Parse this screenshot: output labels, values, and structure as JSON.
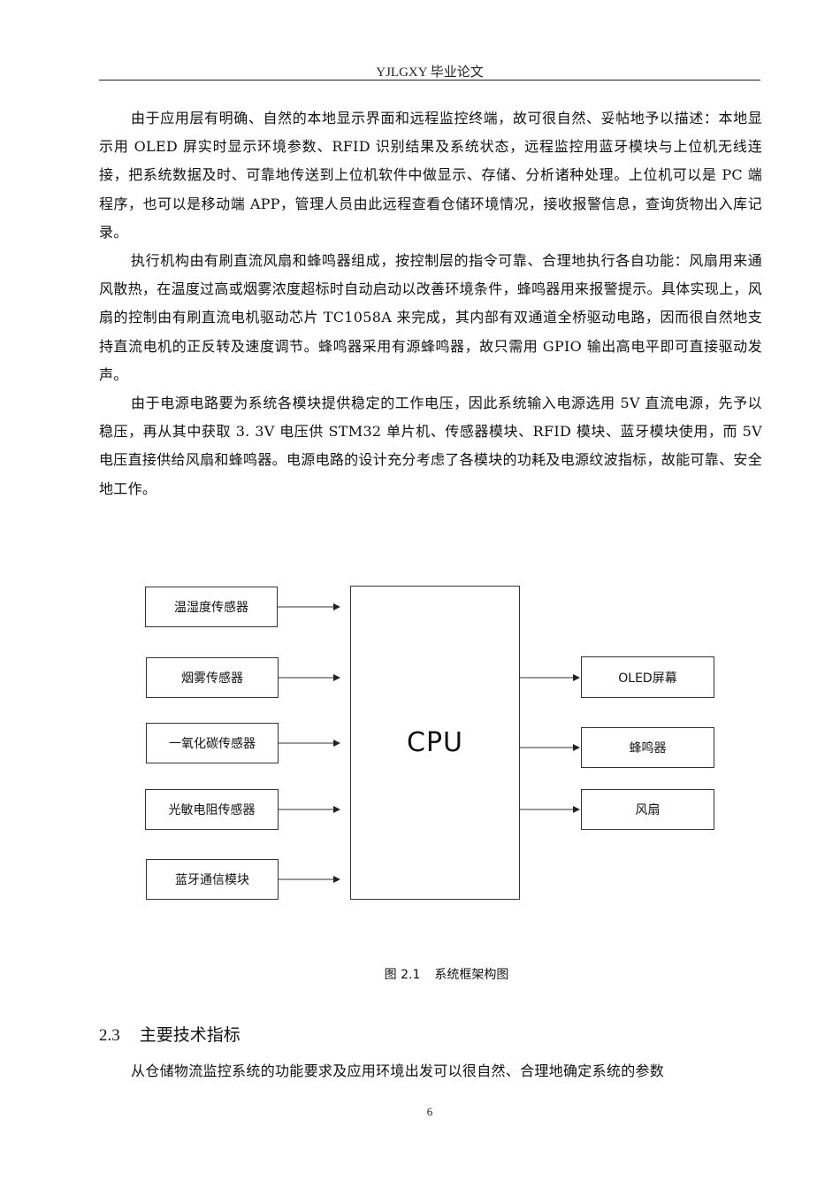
{
  "header": {
    "title": "YJLGXY 毕业论文"
  },
  "paragraphs": [
    "由于应用层有明确、自然的本地显示界面和远程监控终端，故可很自然、妥帖地予以描述：本地显示用 OLED 屏实时显示环境参数、RFID 识别结果及系统状态，远程监控用蓝牙模块与上位机无线连接，把系统数据及时、可靠地传送到上位机软件中做显示、存储、分析诸种处理。上位机可以是 PC 端程序，也可以是移动端 APP，管理人员由此远程查看仓储环境情况，接收报警信息，查询货物出入库记录。",
    "执行机构由有刷直流风扇和蜂鸣器组成，按控制层的指令可靠、合理地执行各自功能：风扇用来通风散热，在温度过高或烟雾浓度超标时自动启动以改善环境条件，蜂鸣器用来报警提示。具体实现上，风扇的控制由有刷直流电机驱动芯片 TC1058A 来完成，其内部有双通道全桥驱动电路，因而很自然地支持直流电机的正反转及速度调节。蜂鸣器采用有源蜂鸣器，故只需用 GPIO 输出高电平即可直接驱动发声。",
    "由于电源电路要为系统各模块提供稳定的工作电压，因此系统输入电源选用 5V 直流电源，先予以稳压，再从其中获取 3. 3V 电压供 STM32 单片机、传感器模块、RFID 模块、蓝牙模块使用，而 5V 电压直接供给风扇和蜂鸣器。电源电路的设计充分考虑了各模块的功耗及电源纹波指标，故能可靠、安全地工作。"
  ],
  "diagram": {
    "inputs": [
      "温湿度传感器",
      "烟雾传感器",
      "一氧化碳传感器",
      "光敏电阻传感器",
      "蓝牙通信模块"
    ],
    "cpu_label": "CPU",
    "outputs": [
      "OLED屏幕",
      "蜂鸣器",
      "风扇"
    ]
  },
  "caption": {
    "number": "图 2.1",
    "text": "系统框架构图"
  },
  "section": {
    "number": "2.3",
    "title": "主要技术指标"
  },
  "last_paragraph": "从仓储物流监控系统的功能要求及应用环境出发可以很自然、合理地确定系统的参数",
  "page_number": "6"
}
